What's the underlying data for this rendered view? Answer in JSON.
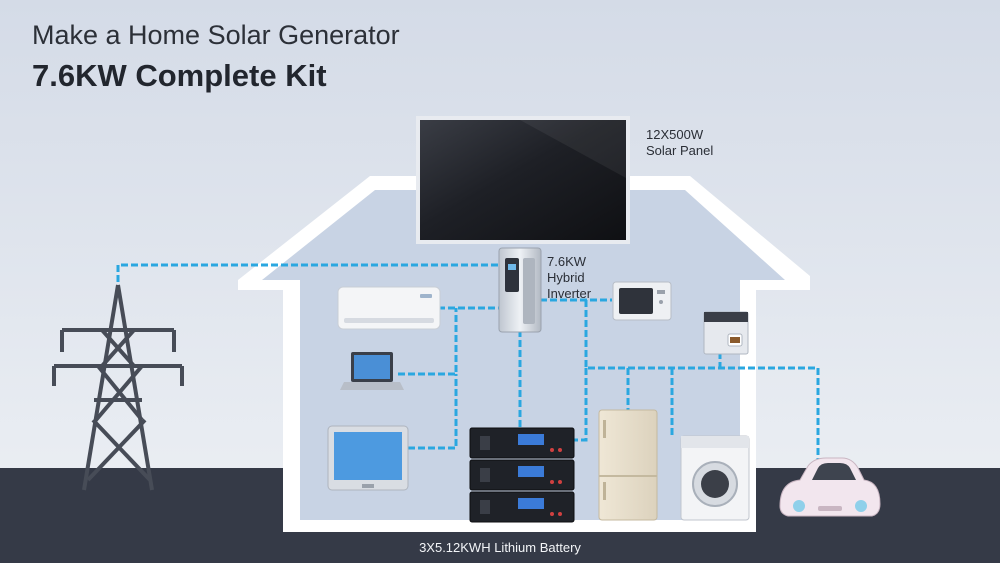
{
  "header": {
    "title": "Make a Home Solar Generator",
    "subtitle": "7.6KW Complete Kit"
  },
  "components": {
    "solar_panel": {
      "line1": "12X500W",
      "line2": "Solar Panel"
    },
    "inverter": {
      "line1": "7.6KW",
      "line2": "Hybrid",
      "line3": "Inverter"
    },
    "battery": {
      "label": "3X5.12KWH Lithium Battery"
    }
  },
  "colors": {
    "background_top": "#d6dde8",
    "background_bottom": "#edf0f4",
    "ground": "#353a47",
    "house_outline": "#ffffff",
    "house_fill": "#c7d3e5",
    "wire": "#2aa7e0",
    "tower": "#4a4f5a"
  },
  "icons": [
    "transmission-tower-icon",
    "air-conditioner-icon",
    "laptop-icon",
    "tv-monitor-icon",
    "microwave-icon",
    "coffee-machine-icon",
    "refrigerator-icon",
    "washing-machine-icon",
    "car-icon",
    "battery-module-icon",
    "inverter-icon",
    "solar-panel-icon"
  ]
}
